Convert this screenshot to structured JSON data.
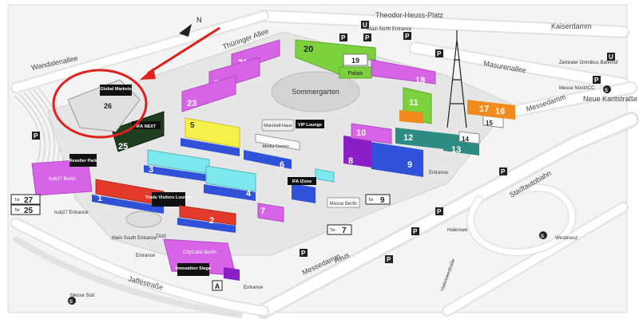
{
  "compass": {
    "north": "N"
  },
  "streets": {
    "theodor": "Theodor-Heuss-Platz",
    "kaiserdamm": "Kaiserdamm",
    "wandalenallee": "Wandalenallee",
    "thueringer": "Thüringer Allee",
    "masurenallee": "Masurenallee",
    "messedamm": "Messedamm",
    "neue_kantstrasse": "Neue Kantstraße",
    "stadtautobahn": "Stadtautobahn",
    "jaffestrasse": "Jafféstraße",
    "avus": "Avus",
    "messedamm2": "Messedamm",
    "halensee": "Halenseestraße"
  },
  "halls": {
    "h20": "20",
    "h19": "19",
    "h18": "18",
    "h21": "21",
    "h22": "22",
    "h23": "23",
    "h25": "25",
    "h26": "26",
    "h5": "5",
    "h6": "6",
    "h3": "3",
    "h4": "4",
    "h1": "1",
    "h2": "2",
    "h7": "7",
    "h8": "8",
    "h9": "9",
    "h10": "10",
    "h11": "11",
    "h12": "12",
    "h13": "13",
    "h14": "14",
    "h15": "15",
    "h16": "16",
    "h17": "17"
  },
  "places": {
    "palais": "Palais",
    "sommergarten": "Sommergarten",
    "marshall_haus": "Marshall-Haus",
    "vip_lounge": "VIP Lounge",
    "media_center": "Media Center",
    "ifa_izone": "IFA IZone",
    "messe_berlin": "Messe Berlin",
    "global_markets": "Global Markets",
    "ifa_next": "IFA NEXT",
    "reseller_park": "Reseller Park",
    "hub27": "hub27 Berlin",
    "trade_visitors_lounge": "Trade Visitors Lounge",
    "innovation_stage": "Innovation Stage",
    "citycube": "CityCube Berlin",
    "main_north_entrance": "Main North Entrance",
    "main_south_entrance": "Main South Entrance",
    "hub27_entrance": "hub27 Entrance",
    "entrance1": "Entrance",
    "entrance2": "Entrance",
    "entrance3": "Entrance",
    "messe_sued": "Messe Süd",
    "zob": "Zentraler Omnibus Bahnhof",
    "messe_nord": "Messe Nord/ICC",
    "westkreuz": "Westkreuz",
    "halensee_bf": "Halensee",
    "taxi": "TAXI",
    "gate_a": "A"
  },
  "tor_signs": [
    {
      "label": "Tor",
      "num": "27"
    },
    {
      "label": "Tor",
      "num": "25"
    },
    {
      "label": "Tor",
      "num": "9"
    },
    {
      "label": "Tor",
      "num": "7"
    }
  ],
  "colors": {
    "green": "#7bd23c",
    "pink": "#d764e6",
    "darkgreen": "#1f3d1f",
    "yellow": "#f5f04a",
    "cyan": "#7de8ee",
    "blue": "#2f52d8",
    "red": "#e43a2b",
    "orange": "#f28b1e",
    "teal": "#2c8c84",
    "purple": "#8a1fc8",
    "highlight_red": "#e0201a"
  }
}
